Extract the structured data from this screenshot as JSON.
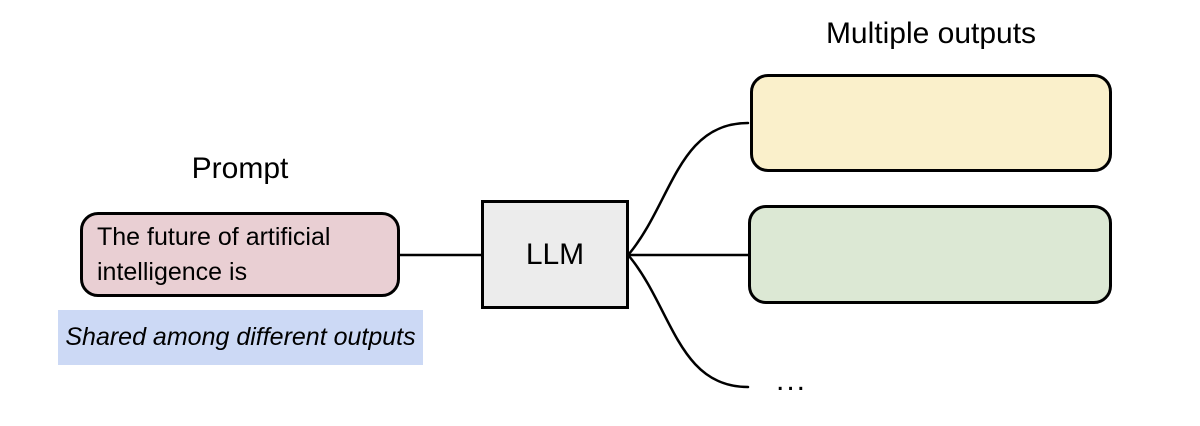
{
  "canvas": {
    "background": "#ffffff",
    "stroke_color": "#000000"
  },
  "prompt": {
    "title": "Prompt",
    "box_text": "The future of artificial intelligence is",
    "box_fill": "#e9cfd3",
    "note_text": "Shared among different outputs",
    "note_fill": "#ccd9f5"
  },
  "llm": {
    "label": "LLM",
    "box_fill": "#ececec"
  },
  "outputs": {
    "title": "Multiple outputs",
    "box1_fill": "#faf0cb",
    "box2_fill": "#dce8d4",
    "ellipsis": "..."
  }
}
